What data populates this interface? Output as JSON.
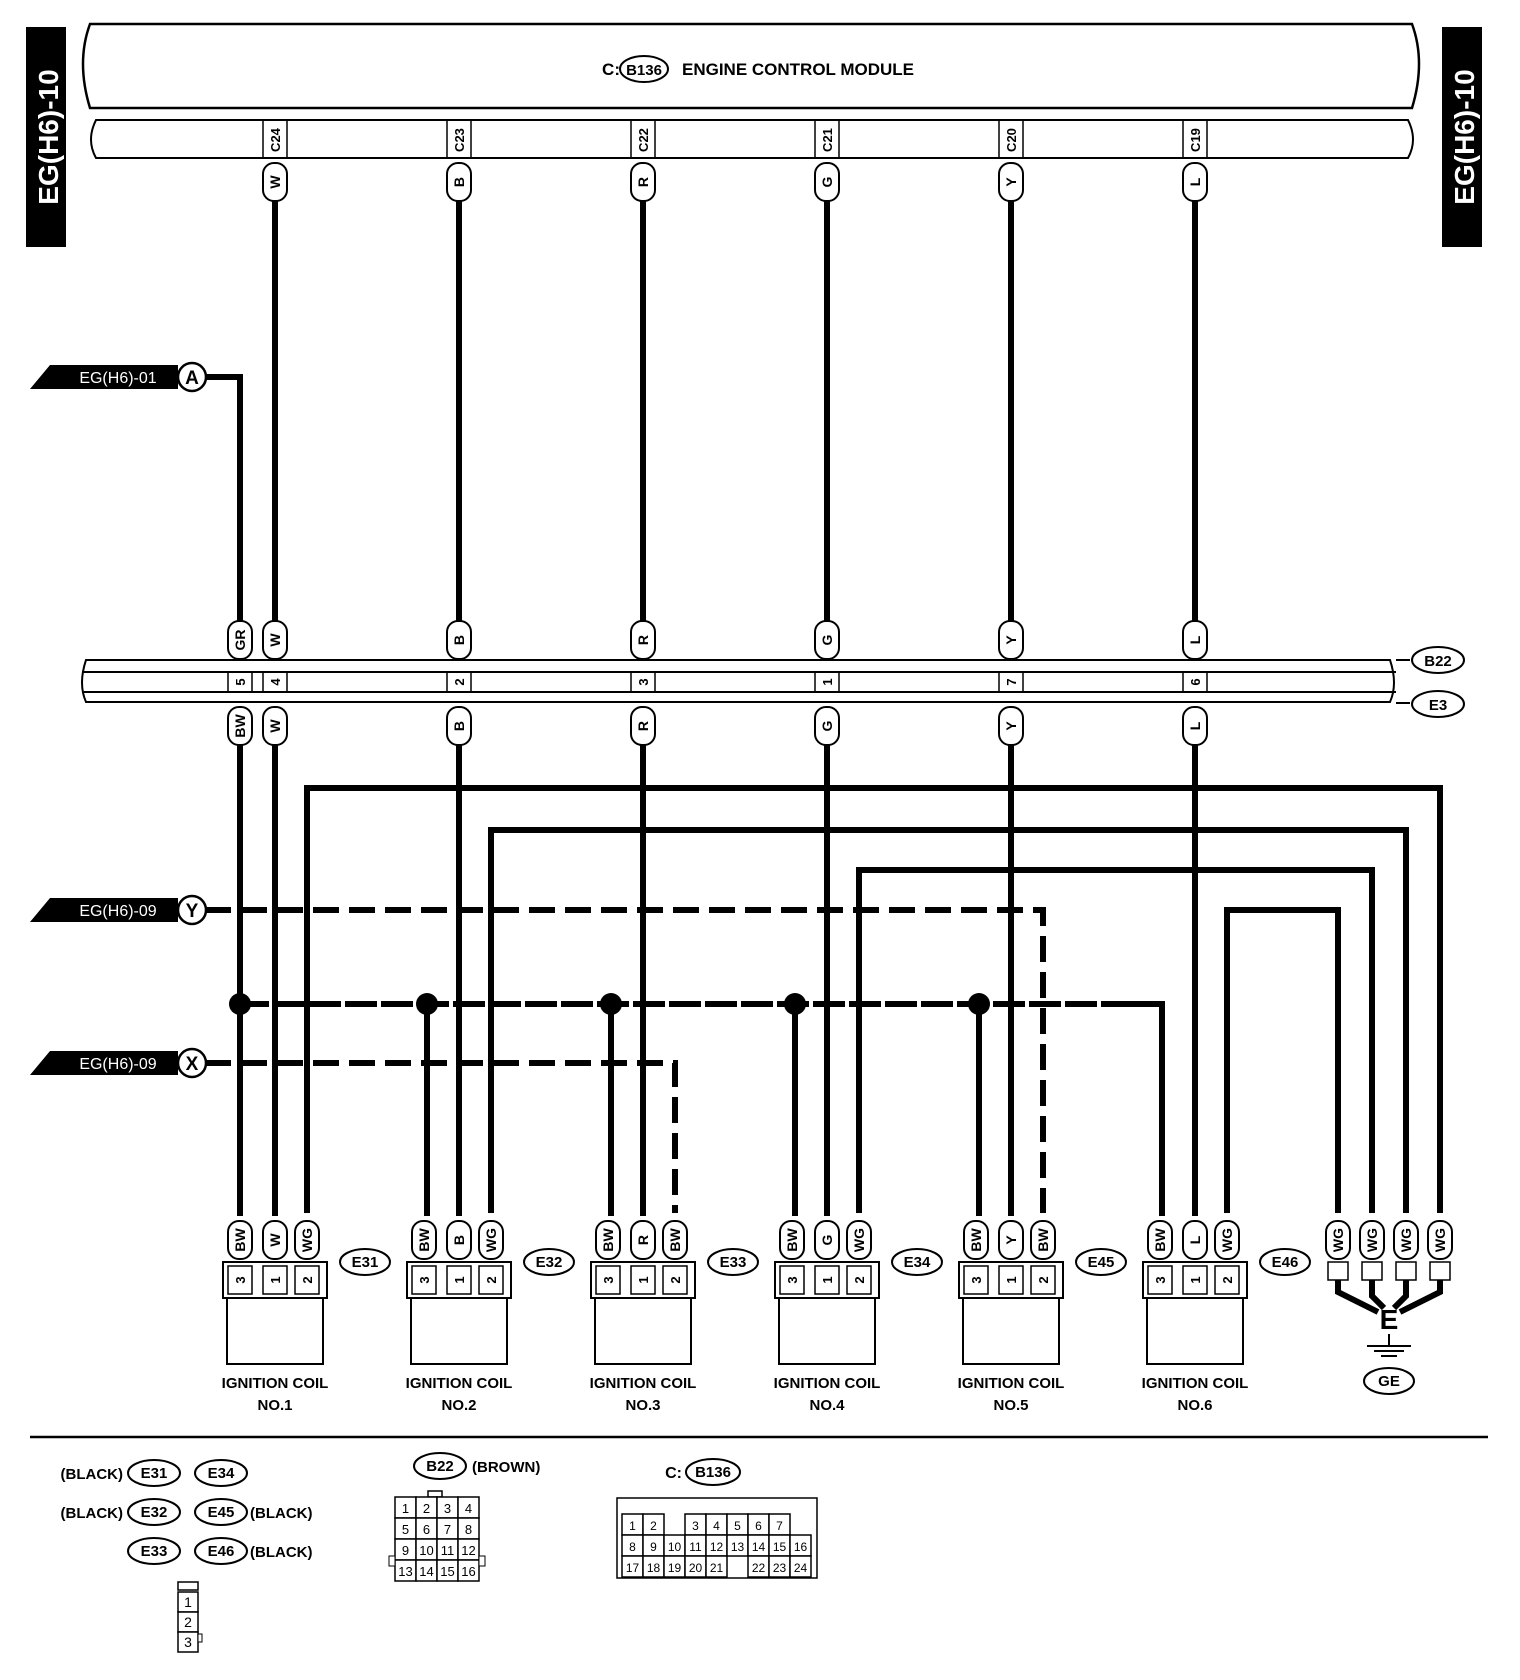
{
  "side_tabs": {
    "left": "EG(H6)-10",
    "right": "EG(H6)-10"
  },
  "ecm": {
    "prefix": "C:",
    "connector": "B136",
    "title": "ENGINE CONTROL MODULE"
  },
  "ecm_pins": [
    {
      "pin": "C24",
      "wire": "W"
    },
    {
      "pin": "C23",
      "wire": "B"
    },
    {
      "pin": "C22",
      "wire": "R"
    },
    {
      "pin": "C21",
      "wire": "G"
    },
    {
      "pin": "C20",
      "wire": "Y"
    },
    {
      "pin": "C19",
      "wire": "L"
    }
  ],
  "offpage_refs": [
    {
      "page": "EG(H6)-01",
      "letter": "A"
    },
    {
      "page": "EG(H6)-09",
      "letter": "Y"
    },
    {
      "page": "EG(H6)-09",
      "letter": "X"
    }
  ],
  "junction": {
    "upper_connector": "B22",
    "lower_connector": "E3",
    "terminals": [
      {
        "top_wire": "GR",
        "pin": "5",
        "bottom_wire": "BW"
      },
      {
        "top_wire": "W",
        "pin": "4",
        "bottom_wire": "W"
      },
      {
        "top_wire": "B",
        "pin": "2",
        "bottom_wire": "B"
      },
      {
        "top_wire": "R",
        "pin": "3",
        "bottom_wire": "R"
      },
      {
        "top_wire": "G",
        "pin": "1",
        "bottom_wire": "G"
      },
      {
        "top_wire": "Y",
        "pin": "7",
        "bottom_wire": "Y"
      },
      {
        "top_wire": "L",
        "pin": "6",
        "bottom_wire": "L"
      }
    ]
  },
  "coils": [
    {
      "connector": "E31",
      "wires": [
        "BW",
        "W",
        "WG"
      ],
      "pins": [
        "3",
        "1",
        "2"
      ],
      "label1": "IGNITION COIL",
      "label2": "NO.1"
    },
    {
      "connector": "E32",
      "wires": [
        "BW",
        "B",
        "WG"
      ],
      "pins": [
        "3",
        "1",
        "2"
      ],
      "label1": "IGNITION COIL",
      "label2": "NO.2"
    },
    {
      "connector": "E33",
      "wires": [
        "BW",
        "R",
        "BW"
      ],
      "pins": [
        "3",
        "1",
        "2"
      ],
      "label1": "IGNITION COIL",
      "label2": "NO.3"
    },
    {
      "connector": "E34",
      "wires": [
        "BW",
        "G",
        "WG"
      ],
      "pins": [
        "3",
        "1",
        "2"
      ],
      "label1": "IGNITION COIL",
      "label2": "NO.4"
    },
    {
      "connector": "E45",
      "wires": [
        "BW",
        "Y",
        "BW"
      ],
      "pins": [
        "3",
        "1",
        "2"
      ],
      "label1": "IGNITION COIL",
      "label2": "NO.5"
    },
    {
      "connector": "E46",
      "wires": [
        "BW",
        "L",
        "WG"
      ],
      "pins": [
        "3",
        "1",
        "2"
      ],
      "label1": "IGNITION COIL",
      "label2": "NO.6"
    }
  ],
  "ground": {
    "wires": [
      "WG",
      "WG",
      "WG",
      "WG"
    ],
    "symbol": "E",
    "label": "GE"
  },
  "legend": {
    "color_black": "(BLACK)",
    "color_brown": "(BROWN)",
    "e_connectors": [
      "E31",
      "E34",
      "E32",
      "E45",
      "E33",
      "E46"
    ],
    "coil_pins": [
      "1",
      "2",
      "3"
    ],
    "b22": {
      "name": "B22",
      "pins": [
        "1",
        "2",
        "3",
        "4",
        "5",
        "6",
        "7",
        "8",
        "9",
        "10",
        "11",
        "12",
        "13",
        "14",
        "15",
        "16"
      ]
    },
    "b136": {
      "prefix": "C:",
      "name": "B136",
      "pins": [
        "1",
        "2",
        "3",
        "4",
        "5",
        "6",
        "7",
        "8",
        "9",
        "10",
        "11",
        "12",
        "13",
        "14",
        "15",
        "16",
        "17",
        "18",
        "19",
        "20",
        "21",
        "22",
        "23",
        "24"
      ]
    }
  }
}
